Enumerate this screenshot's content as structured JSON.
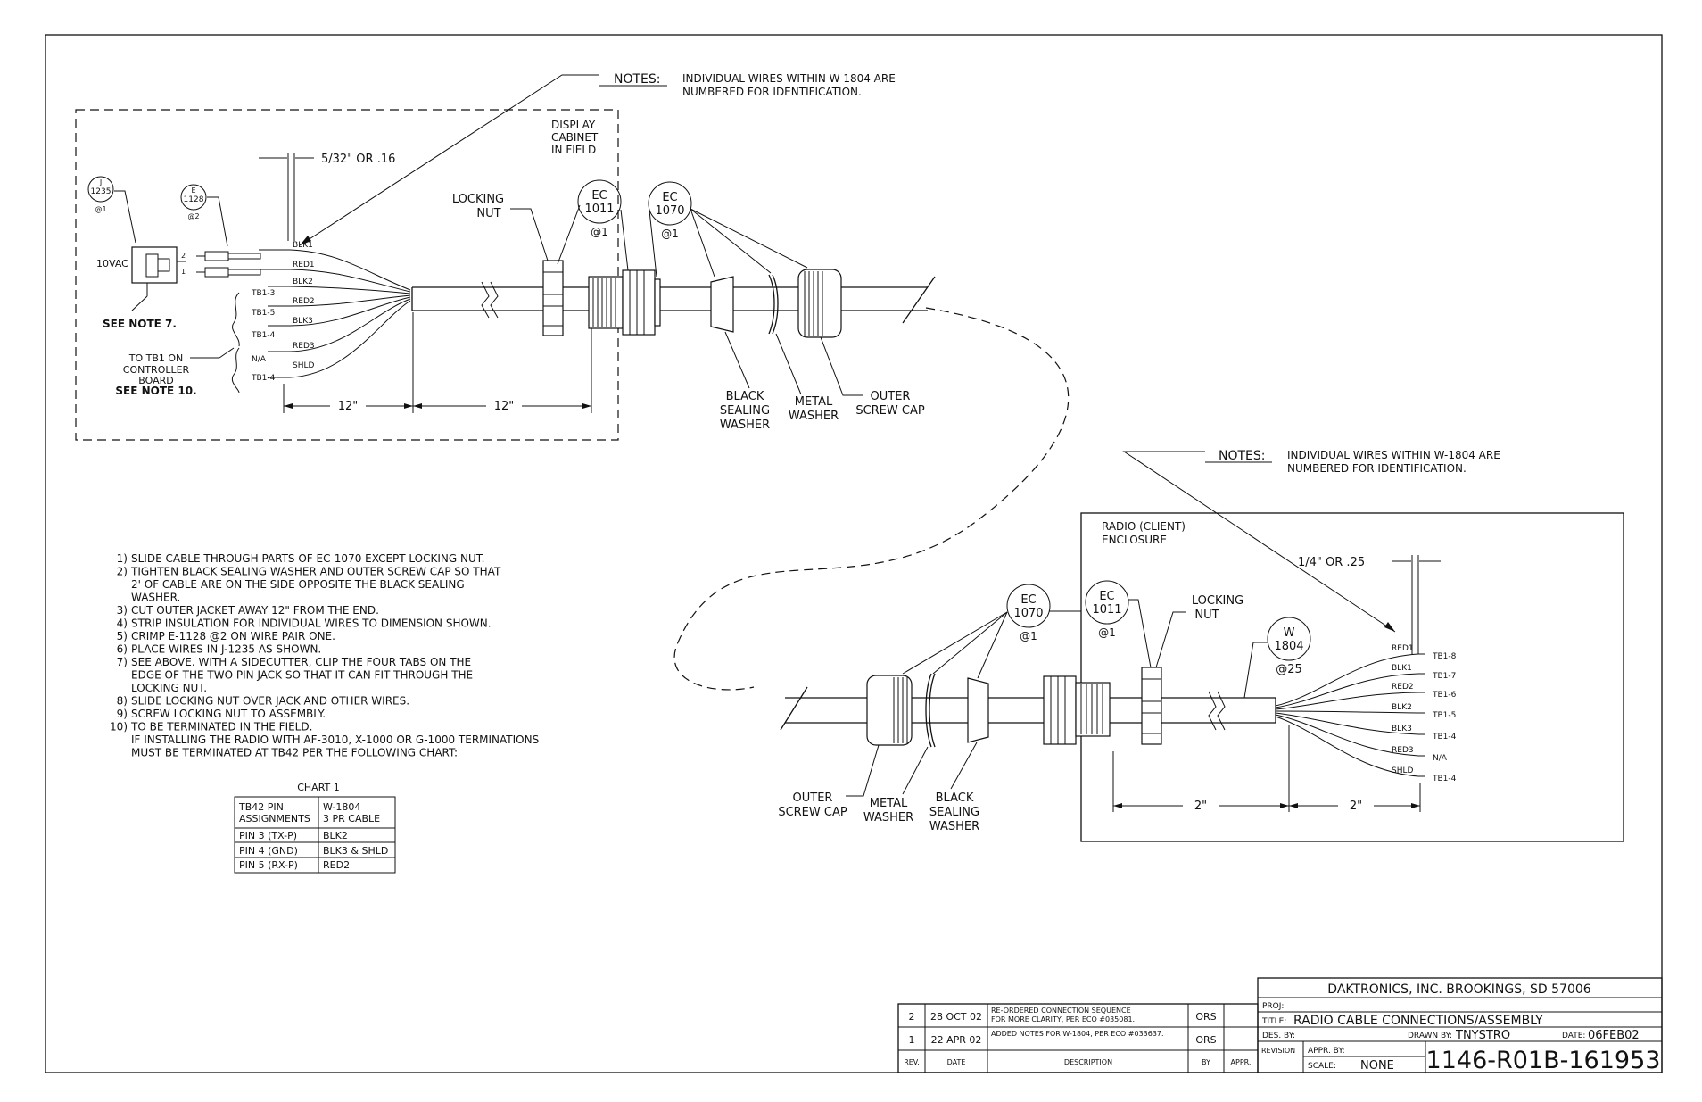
{
  "notes": {
    "label": "NOTES:",
    "line1": "INDIVIDUAL WIRES WITHIN W-1804 ARE",
    "line2": "NUMBERED FOR IDENTIFICATION."
  },
  "display_cabinet": {
    "title": [
      "DISPLAY",
      "CABINET",
      "IN FIELD"
    ],
    "strip_dim": "5/32\" OR .16",
    "j1235": {
      "top": "J",
      "num": "1235",
      "qty": "@1"
    },
    "e1128": {
      "top": "E",
      "num": "1128",
      "qty": "@2"
    },
    "ec1011": {
      "top": "EC",
      "num": "1011",
      "qty": "@1"
    },
    "ec1070": {
      "top": "EC",
      "num": "1070",
      "qty": "@1"
    },
    "vac_label": "10VAC",
    "pin_labels": [
      "2",
      "1"
    ],
    "see_note7": "SEE NOTE 7.",
    "tb1_note": [
      "TO TB1 ON",
      "CONTROLLER",
      "BOARD"
    ],
    "see_note10": "SEE NOTE 10.",
    "wires": [
      {
        "wire": "BLK1",
        "term": ""
      },
      {
        "wire": "RED1",
        "term": ""
      },
      {
        "wire": "BLK2",
        "term": "TB1-3"
      },
      {
        "wire": "RED2",
        "term": "TB1-5"
      },
      {
        "wire": "BLK3",
        "term": "TB1-4"
      },
      {
        "wire": "RED3",
        "term": "N/A"
      },
      {
        "wire": "SHLD",
        "term": "TB1-4"
      }
    ],
    "dim1": "12\"",
    "dim2": "12\"",
    "locking_nut": [
      "LOCKING",
      "NUT"
    ],
    "black_washer": [
      "BLACK",
      "SEALING",
      "WASHER"
    ],
    "metal_washer": [
      "METAL",
      "WASHER"
    ],
    "outer_cap": [
      "OUTER",
      "SCREW CAP"
    ]
  },
  "radio_enclosure": {
    "title": [
      "RADIO (CLIENT)",
      "ENCLOSURE"
    ],
    "strip_dim": "1/4\" OR .25",
    "ec1070": {
      "top": "EC",
      "num": "1070",
      "qty": "@1"
    },
    "ec1011": {
      "top": "EC",
      "num": "1011",
      "qty": "@1"
    },
    "w1804": {
      "top": "W",
      "num": "1804",
      "qty": "@25"
    },
    "locking_nut": [
      "LOCKING",
      "NUT"
    ],
    "wires": [
      {
        "wire": "RED1",
        "term": "TB1-8"
      },
      {
        "wire": "BLK1",
        "term": "TB1-7"
      },
      {
        "wire": "RED2",
        "term": "TB1-6"
      },
      {
        "wire": "BLK2",
        "term": "TB1-5"
      },
      {
        "wire": "BLK3",
        "term": "TB1-4"
      },
      {
        "wire": "RED3",
        "term": "N/A"
      },
      {
        "wire": "SHLD",
        "term": "TB1-4"
      }
    ],
    "dim1": "2\"",
    "dim2": "2\"",
    "outer_cap": [
      "OUTER",
      "SCREW CAP"
    ],
    "metal_washer": [
      "METAL",
      "WASHER"
    ],
    "black_washer": [
      "BLACK",
      "SEALING",
      "WASHER"
    ]
  },
  "instructions": [
    [
      "1)",
      "SLIDE CABLE THROUGH PARTS OF EC-1070 EXCEPT LOCKING NUT."
    ],
    [
      "2)",
      "TIGHTEN BLACK SEALING WASHER AND OUTER SCREW CAP SO THAT"
    ],
    [
      "",
      " 2' OF CABLE ARE ON THE SIDE OPPOSITE THE BLACK SEALING"
    ],
    [
      "",
      " WASHER."
    ],
    [
      "3)",
      "CUT OUTER JACKET AWAY 12\" FROM THE END."
    ],
    [
      "4)",
      "STRIP INSULATION FOR INDIVIDUAL WIRES TO DIMENSION SHOWN."
    ],
    [
      "5)",
      "CRIMP E-1128 @2 ON WIRE PAIR ONE."
    ],
    [
      "6)",
      "PLACE WIRES IN J-1235 AS SHOWN."
    ],
    [
      "7)",
      "SEE ABOVE.  WITH A SIDECUTTER, CLIP THE FOUR TABS ON THE"
    ],
    [
      "",
      " EDGE OF THE TWO PIN JACK SO THAT IT CAN FIT THROUGH THE"
    ],
    [
      "",
      " LOCKING NUT."
    ],
    [
      "8)",
      "SLIDE LOCKING NUT OVER JACK AND OTHER WIRES."
    ],
    [
      "9)",
      "SCREW LOCKING NUT TO ASSEMBLY."
    ],
    [
      "10)",
      "TO BE TERMINATED IN THE FIELD."
    ],
    [
      "",
      "IF INSTALLING THE RADIO WITH AF-3010, X-1000 OR G-1000 TERMINATIONS"
    ],
    [
      "",
      "MUST BE TERMINATED AT TB42 PER THE FOLLOWING CHART:"
    ]
  ],
  "chart1": {
    "title": "CHART 1",
    "header": [
      [
        "TB42 PIN",
        "ASSIGNMENTS"
      ],
      [
        "W-1804",
        "3 PR CABLE"
      ]
    ],
    "rows": [
      [
        "PIN 3 (TX-P)",
        "BLK2"
      ],
      [
        "PIN 4 (GND)",
        "BLK3 & SHLD"
      ],
      [
        "PIN 5 (RX-P)",
        "RED2"
      ]
    ]
  },
  "revisions": {
    "rows": [
      {
        "rev": "2",
        "date": "28 OCT 02",
        "desc1": "RE-ORDERED CONNECTION SEQUENCE",
        "desc2": "FOR MORE CLARITY, PER ECO #035081.",
        "by": "ORS",
        "appr": ""
      },
      {
        "rev": "1",
        "date": "22 APR 02",
        "desc1": "ADDED NOTES FOR W-1804, PER ECO #033637.",
        "desc2": "",
        "by": "ORS",
        "appr": ""
      }
    ],
    "headers": {
      "rev": "REV.",
      "date": "DATE",
      "desc": "DESCRIPTION",
      "by": "BY",
      "appr": "APPR."
    }
  },
  "title_block": {
    "company": "DAKTRONICS, INC.   BROOKINGS, SD 57006",
    "proj_label": "PROJ:",
    "proj_value": "",
    "title_label": "TITLE:",
    "title_value": "RADIO CABLE CONNECTIONS/ASSEMBLY",
    "des_label": "DES. BY:",
    "drawn_label": "DRAWN BY:",
    "drawn_value": "TNYSTRO",
    "date_label": "DATE:",
    "date_value": "06FEB02",
    "revision_label": "REVISION",
    "appr_label": "APPR. BY:",
    "scale_label": "SCALE:",
    "scale_value": "NONE",
    "drawing_number": "1146-R01B-161953"
  }
}
